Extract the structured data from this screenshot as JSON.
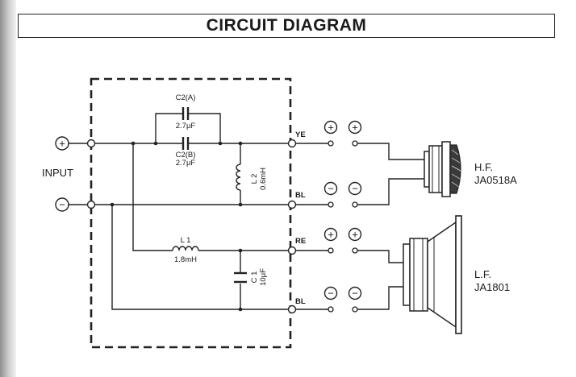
{
  "title": "CIRCUIT DIAGRAM",
  "input": {
    "label": "INPUT",
    "plus": "+",
    "minus": "−"
  },
  "components": {
    "c2a": {
      "name": "C2(A)",
      "value": "2.7μF"
    },
    "c2b": {
      "name": "C2(B)",
      "value": "2.7μF"
    },
    "l2": {
      "name": "L 2",
      "value": "0.6mH"
    },
    "l1": {
      "name": "L 1",
      "value": "1.8mH"
    },
    "c1": {
      "name": "C 1",
      "value": "10μF"
    }
  },
  "terminals": {
    "ye": "YE",
    "bl1": "BL",
    "re": "RE",
    "bl2": "BL"
  },
  "polarity": {
    "plus": "+",
    "minus": "−"
  },
  "hf": {
    "type": "H.F.",
    "model": "JA0518A"
  },
  "lf": {
    "type": "L.F.",
    "model": "JA1801"
  }
}
